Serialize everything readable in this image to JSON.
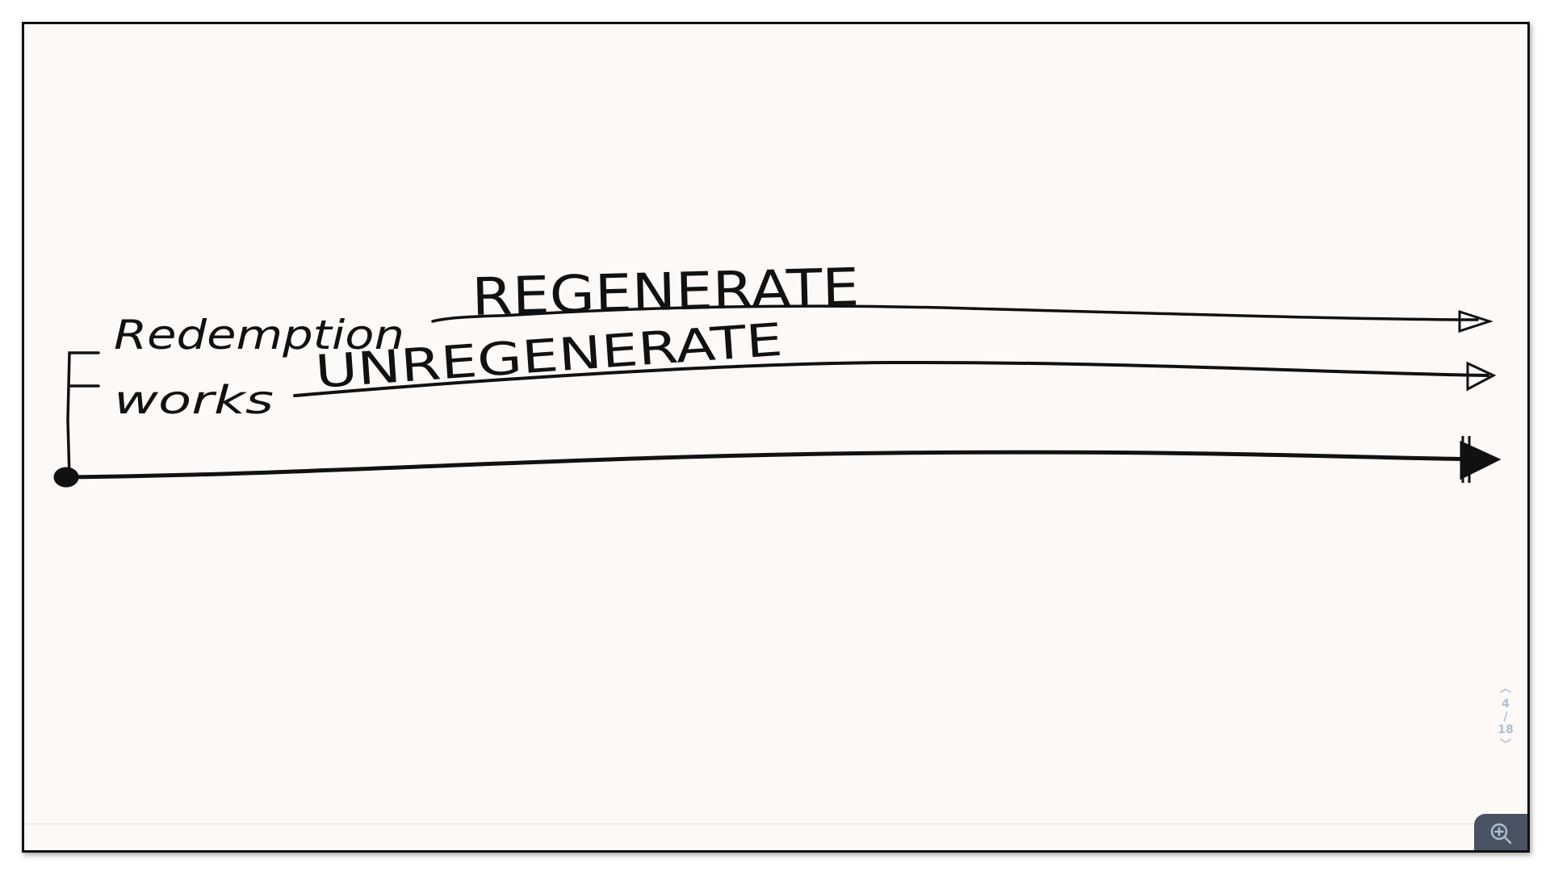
{
  "slide": {
    "labels": {
      "redemption": "Redemption",
      "works": "works",
      "regenerate": "REGENERATE",
      "unregenerate": "UNREGENERATE"
    }
  },
  "pager": {
    "current": "4",
    "separator": "/",
    "total": "18",
    "up_icon": "chevron-up-icon",
    "down_icon": "chevron-down-icon"
  },
  "toolbar": {
    "zoom_icon": "zoom-in-icon"
  },
  "colors": {
    "ink": "#111111",
    "paper": "#fcf9f7",
    "pager": "#a9bfd6",
    "zoom_bg": "#4a5361"
  }
}
